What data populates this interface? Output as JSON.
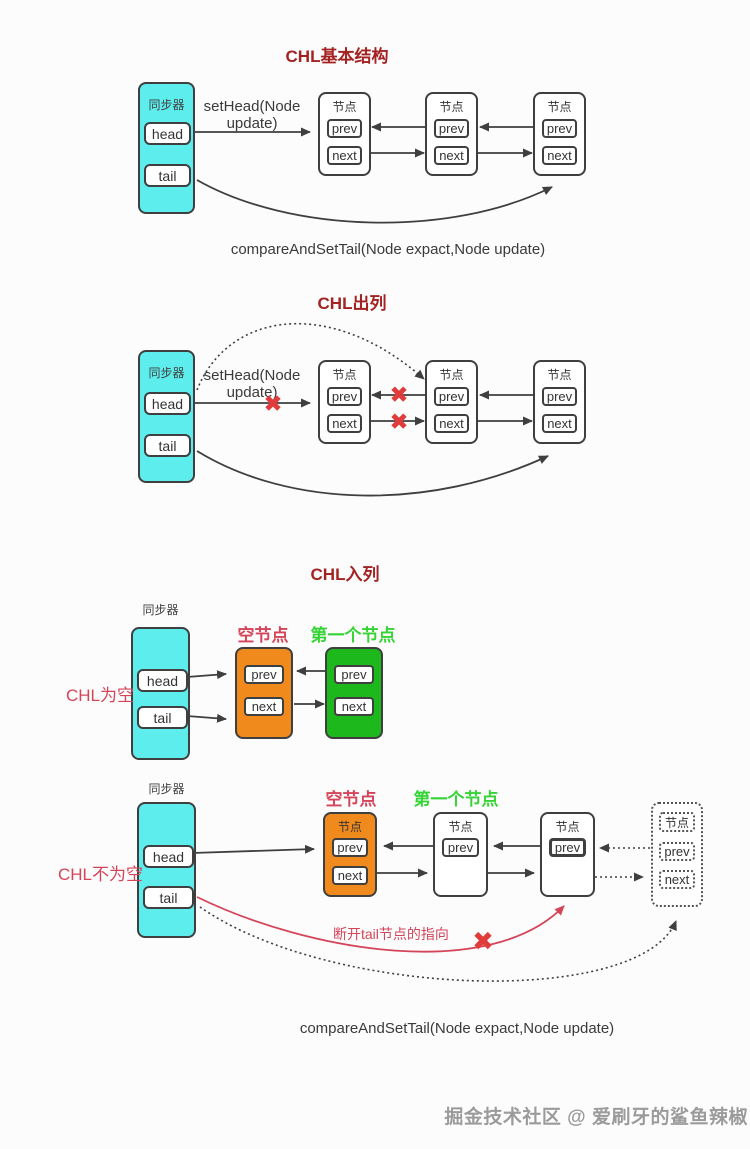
{
  "colors": {
    "cyan": "#5EEDED",
    "orange": "#F08A1C",
    "green": "#1CB81C",
    "title_red": "#A32222",
    "label_red": "#D5455A",
    "label_green": "#35D435",
    "x_red": "#E03C3C",
    "line": "#3F3F3F"
  },
  "labels": {
    "node": "节点",
    "prev": "prev",
    "next": "next",
    "sync": "同步器",
    "head": "head",
    "tail": "tail",
    "sethead_line1": "setHead(Node",
    "sethead_line2": "update)",
    "cas": "compareAndSetTail(Node expact,Node update)"
  },
  "icons": {
    "x_mark": "✖"
  },
  "s1": {
    "title": "CHL基本结构"
  },
  "s2": {
    "title": "CHL出列"
  },
  "s3": {
    "title": "CHL入列",
    "empty_side": "CHL为空",
    "notempty_side": "CHL不为空",
    "empty_node": "空节点",
    "first_node": "第一个节点",
    "disconnect": "断开tail节点的指向"
  },
  "watermark": {
    "text": "掘金技术社区 @ 爱刷牙的鲨鱼辣椒"
  }
}
